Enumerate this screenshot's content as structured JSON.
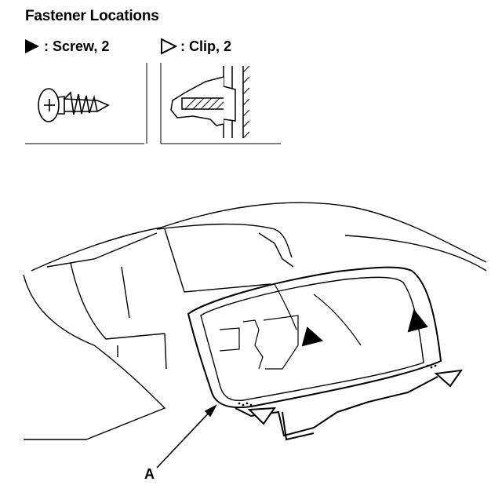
{
  "title": "Fastener Locations",
  "legend": {
    "screw": {
      "icon": "filled-triangle-icon",
      "label": ": Screw, 2"
    },
    "clip": {
      "icon": "hollow-triangle-icon",
      "label": ": Clip, 2"
    }
  },
  "callouts": {
    "a": "A"
  },
  "colors": {
    "ink": "#000000",
    "paper": "#ffffff"
  }
}
